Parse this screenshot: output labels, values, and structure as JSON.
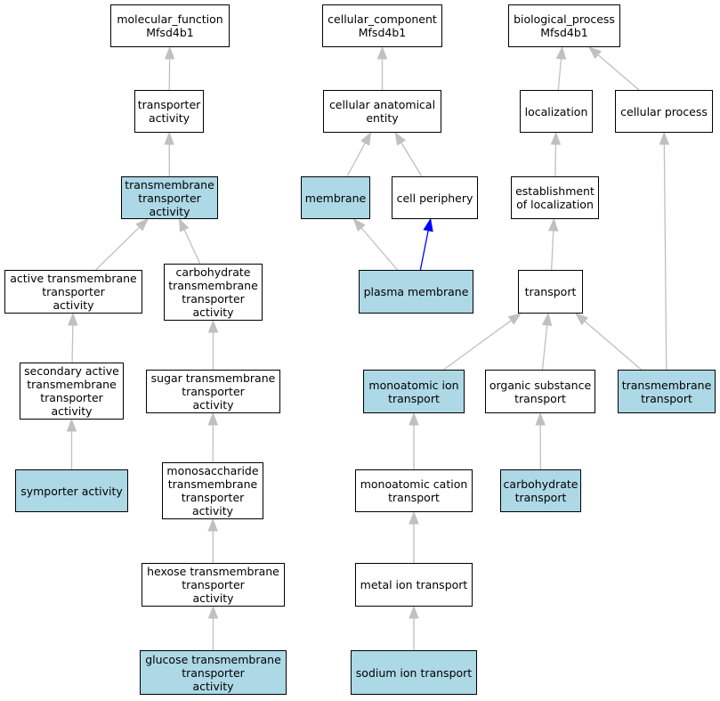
{
  "colors": {
    "highlight": "#add8e6",
    "edge": "#c0c0c0",
    "edge_emphasis": "#0000ff",
    "border": "#000000"
  },
  "nodes": {
    "mf_root": {
      "label": "molecular_function\nMfsd4b1",
      "highlighted": false
    },
    "transporter_activity": {
      "label": "transporter\nactivity",
      "highlighted": false
    },
    "tm_transporter_activity": {
      "label": "transmembrane\ntransporter\nactivity",
      "highlighted": true
    },
    "active_tm_transporter_activity": {
      "label": "active transmembrane\ntransporter\nactivity",
      "highlighted": false
    },
    "carbohydrate_tm_transporter_activity": {
      "label": "carbohydrate\ntransmembrane\ntransporter\nactivity",
      "highlighted": false
    },
    "secondary_active_tm_transporter_activity": {
      "label": "secondary active\ntransmembrane\ntransporter\nactivity",
      "highlighted": false
    },
    "sugar_tm_transporter_activity": {
      "label": "sugar transmembrane\ntransporter\nactivity",
      "highlighted": false
    },
    "symporter_activity": {
      "label": "symporter activity",
      "highlighted": true
    },
    "monosaccharide_tm_transporter_activity": {
      "label": "monosaccharide\ntransmembrane\ntransporter\nactivity",
      "highlighted": false
    },
    "hexose_tm_transporter_activity": {
      "label": "hexose transmembrane\ntransporter\nactivity",
      "highlighted": false
    },
    "glucose_tm_transporter_activity": {
      "label": "glucose transmembrane\ntransporter\nactivity",
      "highlighted": true
    },
    "cc_root": {
      "label": "cellular_component\nMfsd4b1",
      "highlighted": false
    },
    "cellular_anatomical_entity": {
      "label": "cellular anatomical\nentity",
      "highlighted": false
    },
    "membrane": {
      "label": "membrane",
      "highlighted": true
    },
    "cell_periphery": {
      "label": "cell periphery",
      "highlighted": false
    },
    "plasma_membrane": {
      "label": "plasma membrane",
      "highlighted": true
    },
    "bp_root": {
      "label": "biological_process\nMfsd4b1",
      "highlighted": false
    },
    "localization": {
      "label": "localization",
      "highlighted": false
    },
    "cellular_process": {
      "label": "cellular process",
      "highlighted": false
    },
    "establishment_of_localization": {
      "label": "establishment\nof localization",
      "highlighted": false
    },
    "transport": {
      "label": "transport",
      "highlighted": false
    },
    "monoatomic_ion_transport": {
      "label": "monoatomic ion\ntransport",
      "highlighted": true
    },
    "organic_substance_transport": {
      "label": "organic substance\ntransport",
      "highlighted": false
    },
    "transmembrane_transport": {
      "label": "transmembrane\ntransport",
      "highlighted": true
    },
    "monoatomic_cation_transport": {
      "label": "monoatomic cation\ntransport",
      "highlighted": false
    },
    "carbohydrate_transport": {
      "label": "carbohydrate\ntransport",
      "highlighted": true
    },
    "metal_ion_transport": {
      "label": "metal ion transport",
      "highlighted": false
    },
    "sodium_ion_transport": {
      "label": "sodium ion transport",
      "highlighted": true
    }
  },
  "edges": [
    {
      "from": "transporter_activity",
      "to": "mf_root",
      "style": "normal"
    },
    {
      "from": "tm_transporter_activity",
      "to": "transporter_activity",
      "style": "normal"
    },
    {
      "from": "active_tm_transporter_activity",
      "to": "tm_transporter_activity",
      "style": "normal"
    },
    {
      "from": "carbohydrate_tm_transporter_activity",
      "to": "tm_transporter_activity",
      "style": "normal"
    },
    {
      "from": "secondary_active_tm_transporter_activity",
      "to": "active_tm_transporter_activity",
      "style": "normal"
    },
    {
      "from": "sugar_tm_transporter_activity",
      "to": "carbohydrate_tm_transporter_activity",
      "style": "normal"
    },
    {
      "from": "symporter_activity",
      "to": "secondary_active_tm_transporter_activity",
      "style": "normal"
    },
    {
      "from": "monosaccharide_tm_transporter_activity",
      "to": "sugar_tm_transporter_activity",
      "style": "normal"
    },
    {
      "from": "hexose_tm_transporter_activity",
      "to": "monosaccharide_tm_transporter_activity",
      "style": "normal"
    },
    {
      "from": "glucose_tm_transporter_activity",
      "to": "hexose_tm_transporter_activity",
      "style": "normal"
    },
    {
      "from": "cellular_anatomical_entity",
      "to": "cc_root",
      "style": "normal"
    },
    {
      "from": "membrane",
      "to": "cellular_anatomical_entity",
      "style": "normal"
    },
    {
      "from": "cell_periphery",
      "to": "cellular_anatomical_entity",
      "style": "normal"
    },
    {
      "from": "plasma_membrane",
      "to": "membrane",
      "style": "normal"
    },
    {
      "from": "plasma_membrane",
      "to": "cell_periphery",
      "style": "emphasis"
    },
    {
      "from": "localization",
      "to": "bp_root",
      "style": "normal"
    },
    {
      "from": "cellular_process",
      "to": "bp_root",
      "style": "normal"
    },
    {
      "from": "establishment_of_localization",
      "to": "localization",
      "style": "normal"
    },
    {
      "from": "transport",
      "to": "establishment_of_localization",
      "style": "normal"
    },
    {
      "from": "monoatomic_ion_transport",
      "to": "transport",
      "style": "normal"
    },
    {
      "from": "organic_substance_transport",
      "to": "transport",
      "style": "normal"
    },
    {
      "from": "transmembrane_transport",
      "to": "transport",
      "style": "normal"
    },
    {
      "from": "transmembrane_transport",
      "to": "cellular_process",
      "style": "normal"
    },
    {
      "from": "monoatomic_cation_transport",
      "to": "monoatomic_ion_transport",
      "style": "normal"
    },
    {
      "from": "carbohydrate_transport",
      "to": "organic_substance_transport",
      "style": "normal"
    },
    {
      "from": "metal_ion_transport",
      "to": "monoatomic_cation_transport",
      "style": "normal"
    },
    {
      "from": "sodium_ion_transport",
      "to": "metal_ion_transport",
      "style": "normal"
    }
  ]
}
